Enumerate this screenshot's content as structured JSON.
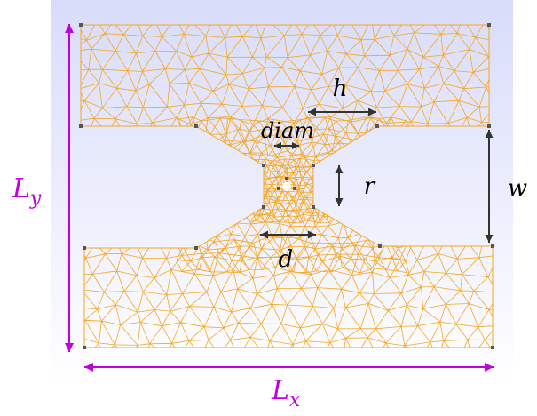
{
  "colors": {
    "background_top": "#d8dcfa",
    "background_bottom": "#ffffff",
    "mesh": "#f5a623",
    "node": "#555555",
    "dimension_arrow": "#333333",
    "domain_arrow": "#c000e0",
    "text": "#000000"
  },
  "labels": {
    "h": "h",
    "diam": "diam",
    "r": "r",
    "w": "w",
    "d": "d",
    "ly_main": "L",
    "ly_sub": "y",
    "lx_main": "L",
    "lx_sub": "x"
  }
}
